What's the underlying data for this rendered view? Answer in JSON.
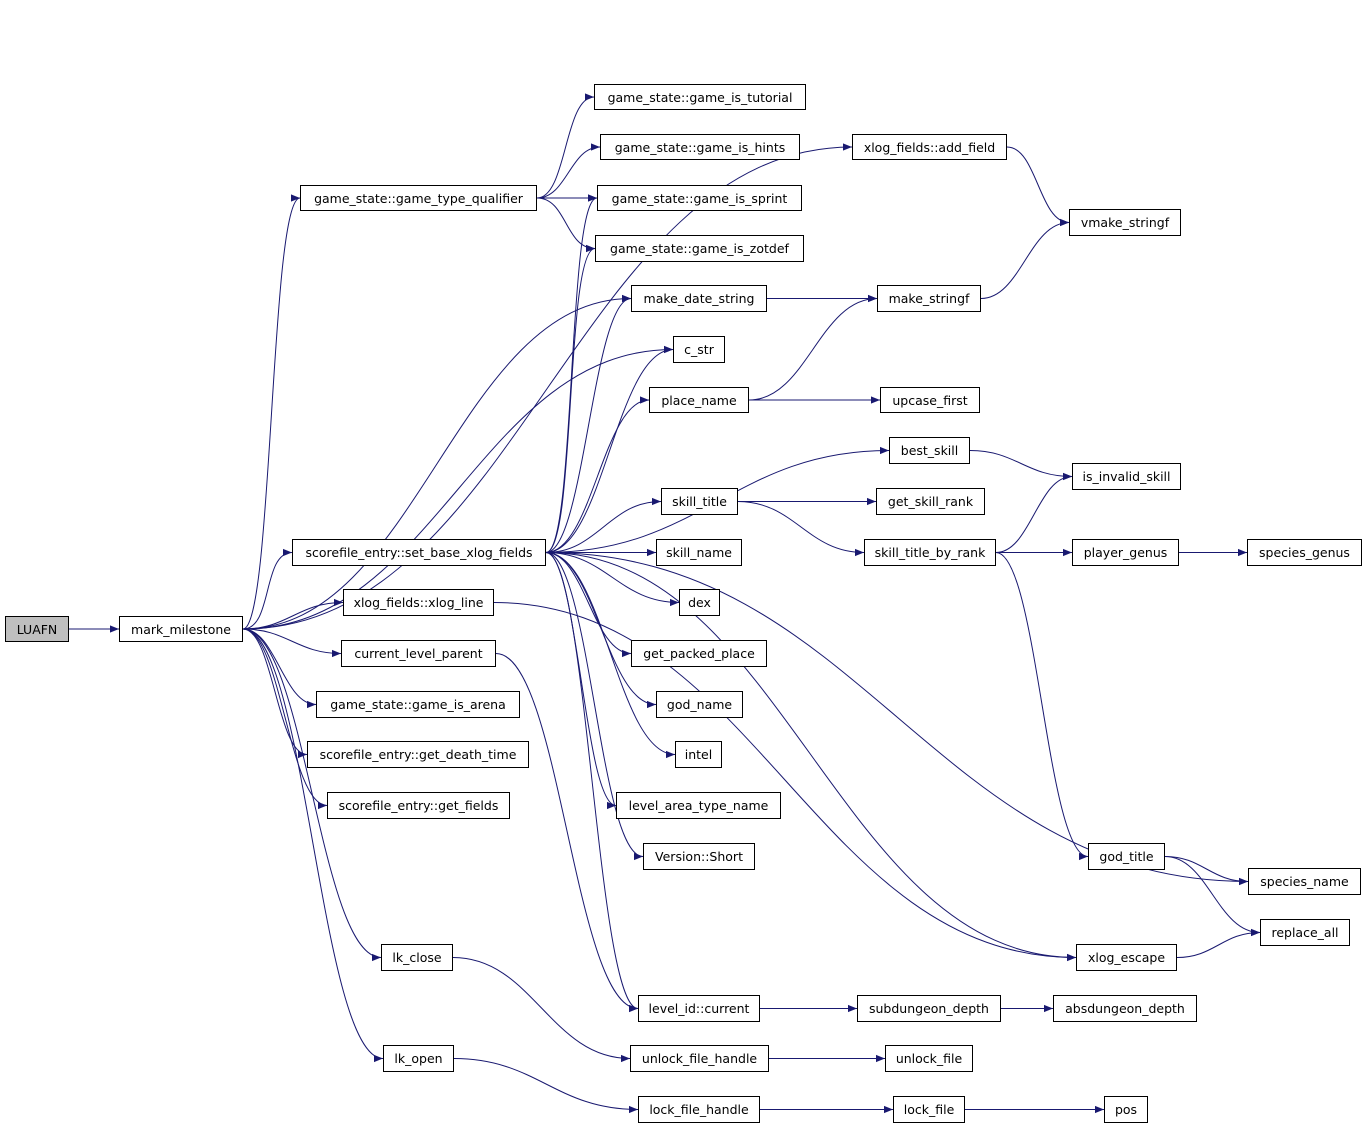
{
  "colors": {
    "edge": "#191970",
    "root_fill": "#bfbfbf",
    "node_fill": "#ffffff"
  },
  "nodes": [
    {
      "id": "LUAFN",
      "label": "LUAFN",
      "root": true
    },
    {
      "id": "mark_milestone",
      "label": "mark_milestone"
    },
    {
      "id": "tutorial",
      "label": "game_state::game_is_tutorial"
    },
    {
      "id": "hints",
      "label": "game_state::game_is_hints"
    },
    {
      "id": "add_field",
      "label": "xlog_fields::add_field"
    },
    {
      "id": "gtq",
      "label": "game_state::game_type_qualifier"
    },
    {
      "id": "sprint",
      "label": "game_state::game_is_sprint"
    },
    {
      "id": "vmake_stringf",
      "label": "vmake_stringf"
    },
    {
      "id": "zotdef",
      "label": "game_state::game_is_zotdef"
    },
    {
      "id": "make_date_string",
      "label": "make_date_string"
    },
    {
      "id": "make_stringf",
      "label": "make_stringf"
    },
    {
      "id": "c_str",
      "label": "c_str"
    },
    {
      "id": "place_name",
      "label": "place_name"
    },
    {
      "id": "upcase_first",
      "label": "upcase_first"
    },
    {
      "id": "best_skill",
      "label": "best_skill"
    },
    {
      "id": "is_invalid_skill",
      "label": "is_invalid_skill"
    },
    {
      "id": "skill_title",
      "label": "skill_title"
    },
    {
      "id": "get_skill_rank",
      "label": "get_skill_rank"
    },
    {
      "id": "set_base",
      "label": "scorefile_entry::set_base_xlog_fields"
    },
    {
      "id": "skill_name",
      "label": "skill_name"
    },
    {
      "id": "stbr",
      "label": "skill_title_by_rank"
    },
    {
      "id": "player_genus",
      "label": "player_genus"
    },
    {
      "id": "species_genus",
      "label": "species_genus"
    },
    {
      "id": "xlog_line",
      "label": "xlog_fields::xlog_line"
    },
    {
      "id": "dex",
      "label": "dex"
    },
    {
      "id": "clp",
      "label": "current_level_parent"
    },
    {
      "id": "get_packed_place",
      "label": "get_packed_place"
    },
    {
      "id": "arena",
      "label": "game_state::game_is_arena"
    },
    {
      "id": "god_name",
      "label": "god_name"
    },
    {
      "id": "death_time",
      "label": "scorefile_entry::get_death_time"
    },
    {
      "id": "intel",
      "label": "intel"
    },
    {
      "id": "lat_name",
      "label": "level_area_type_name"
    },
    {
      "id": "get_fields",
      "label": "scorefile_entry::get_fields"
    },
    {
      "id": "version_short",
      "label": "Version::Short"
    },
    {
      "id": "god_title",
      "label": "god_title"
    },
    {
      "id": "species_name",
      "label": "species_name"
    },
    {
      "id": "replace_all",
      "label": "replace_all"
    },
    {
      "id": "lk_close",
      "label": "lk_close"
    },
    {
      "id": "xlog_escape",
      "label": "xlog_escape"
    },
    {
      "id": "level_current",
      "label": "level_id::current"
    },
    {
      "id": "subdungeon_depth",
      "label": "subdungeon_depth"
    },
    {
      "id": "absdungeon_depth",
      "label": "absdungeon_depth"
    },
    {
      "id": "unlock_file_handle",
      "label": "unlock_file_handle"
    },
    {
      "id": "unlock_file",
      "label": "unlock_file"
    },
    {
      "id": "lk_open",
      "label": "lk_open"
    },
    {
      "id": "lock_file_handle",
      "label": "lock_file_handle"
    },
    {
      "id": "lock_file",
      "label": "lock_file"
    },
    {
      "id": "pos",
      "label": "pos"
    }
  ],
  "edges": [
    [
      "LUAFN",
      "mark_milestone"
    ],
    [
      "mark_milestone",
      "add_field"
    ],
    [
      "mark_milestone",
      "gtq"
    ],
    [
      "mark_milestone",
      "make_date_string"
    ],
    [
      "mark_milestone",
      "c_str"
    ],
    [
      "mark_milestone",
      "set_base"
    ],
    [
      "mark_milestone",
      "xlog_line"
    ],
    [
      "mark_milestone",
      "clp"
    ],
    [
      "mark_milestone",
      "arena"
    ],
    [
      "mark_milestone",
      "death_time"
    ],
    [
      "mark_milestone",
      "get_fields"
    ],
    [
      "mark_milestone",
      "lk_close"
    ],
    [
      "mark_milestone",
      "lk_open"
    ],
    [
      "gtq",
      "tutorial"
    ],
    [
      "gtq",
      "hints"
    ],
    [
      "gtq",
      "sprint"
    ],
    [
      "gtq",
      "zotdef"
    ],
    [
      "add_field",
      "vmake_stringf"
    ],
    [
      "make_date_string",
      "make_stringf"
    ],
    [
      "make_stringf",
      "vmake_stringf"
    ],
    [
      "place_name",
      "make_stringf"
    ],
    [
      "place_name",
      "upcase_first"
    ],
    [
      "best_skill",
      "is_invalid_skill"
    ],
    [
      "skill_title",
      "get_skill_rank"
    ],
    [
      "skill_title",
      "stbr"
    ],
    [
      "stbr",
      "is_invalid_skill"
    ],
    [
      "stbr",
      "player_genus"
    ],
    [
      "stbr",
      "god_title"
    ],
    [
      "player_genus",
      "species_genus"
    ],
    [
      "god_title",
      "species_name"
    ],
    [
      "god_title",
      "replace_all"
    ],
    [
      "set_base",
      "sprint"
    ],
    [
      "set_base",
      "zotdef"
    ],
    [
      "set_base",
      "make_date_string"
    ],
    [
      "set_base",
      "c_str"
    ],
    [
      "set_base",
      "place_name"
    ],
    [
      "set_base",
      "best_skill"
    ],
    [
      "set_base",
      "skill_title"
    ],
    [
      "set_base",
      "skill_name"
    ],
    [
      "set_base",
      "dex"
    ],
    [
      "set_base",
      "get_packed_place"
    ],
    [
      "set_base",
      "god_name"
    ],
    [
      "set_base",
      "intel"
    ],
    [
      "set_base",
      "lat_name"
    ],
    [
      "set_base",
      "version_short"
    ],
    [
      "set_base",
      "species_name"
    ],
    [
      "set_base",
      "xlog_escape"
    ],
    [
      "set_base",
      "level_current"
    ],
    [
      "xlog_line",
      "xlog_escape"
    ],
    [
      "clp",
      "level_current"
    ],
    [
      "xlog_escape",
      "replace_all"
    ],
    [
      "level_current",
      "subdungeon_depth"
    ],
    [
      "subdungeon_depth",
      "absdungeon_depth"
    ],
    [
      "lk_close",
      "unlock_file_handle"
    ],
    [
      "unlock_file_handle",
      "unlock_file"
    ],
    [
      "lk_open",
      "lock_file_handle"
    ],
    [
      "lock_file_handle",
      "lock_file"
    ],
    [
      "lock_file",
      "pos"
    ]
  ]
}
